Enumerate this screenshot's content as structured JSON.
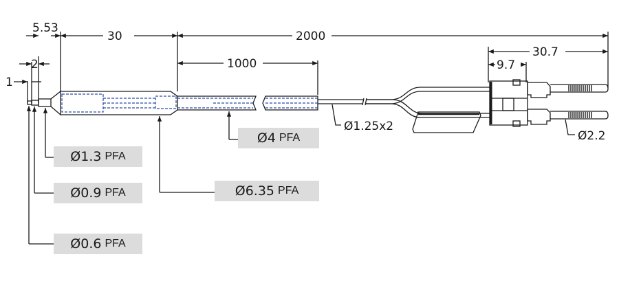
{
  "colors": {
    "line": "#1a1a1a",
    "inner_dashed": "#2b4aa8",
    "label_bg": "#dcdcdc",
    "background": "#ffffff"
  },
  "dimensions": {
    "d_1": "1",
    "d_2": "2",
    "d_5_53": "5.53",
    "d_30": "30",
    "d_2000": "2000",
    "d_1000": "1000",
    "d_30_7": "30.7",
    "d_9_7": "9.7"
  },
  "callouts": {
    "wire_diameter": "Ø1.25x2",
    "pin_diameter": "Ø2.2"
  },
  "labels": [
    {
      "symbol": "Ø1.3",
      "material": "PFA"
    },
    {
      "symbol": "Ø0.9",
      "material": "PFA"
    },
    {
      "symbol": "Ø0.6",
      "material": "PFA"
    },
    {
      "symbol": "Ø4",
      "material": "PFA"
    },
    {
      "symbol": "Ø6.35",
      "material": "PFA"
    }
  ]
}
